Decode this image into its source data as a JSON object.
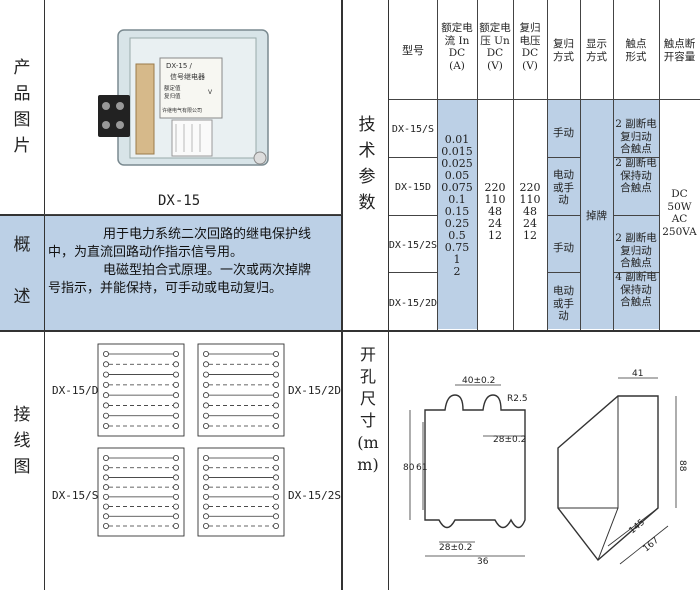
{
  "section_labels": {
    "product_image": "产品图片",
    "overview_1": "概",
    "overview_2": "述",
    "wiring": "接线图",
    "tech_params": "技术参数",
    "cutout": "开孔尺寸(mm)"
  },
  "product": {
    "model_caption": "DX-15",
    "relay_label_top": "DX-15  /",
    "relay_label_name": "信号继电器",
    "relay_label_rated": "额定值",
    "relay_label_reset": "复归值",
    "relay_label_v": "V",
    "relay_label_maker": "许继电气有限公司"
  },
  "overview": {
    "para1_line1": "用于电力系统二次回路的继电保护线",
    "para1_line2": "中，为直流回路动作指示信号用。",
    "para2_line1": "电磁型拍合式原理。一次或两次掉牌",
    "para2_line2": "号指示，并能保持，可手动或电动复归。"
  },
  "table": {
    "headers": {
      "model": "型号",
      "rated_current": [
        "额定电",
        "流 In",
        "DC",
        "(A)"
      ],
      "rated_voltage": [
        "额定电",
        "压 Un",
        "DC",
        "(V)"
      ],
      "reset_voltage": [
        "复归",
        "电压",
        "DC",
        "(V)"
      ],
      "reset_mode": [
        "复归",
        "方式"
      ],
      "display_mode": [
        "显示",
        "方式"
      ],
      "contact_form": [
        "触点",
        "形式"
      ],
      "breaking_capacity": [
        "触点断",
        "开容量"
      ]
    },
    "models": [
      "DX-15/S",
      "DX-15D",
      "DX-15/2S",
      "DX-15/2D"
    ],
    "rated_current_values": [
      "0.01",
      "0.015",
      "0.025",
      "0.05",
      "0.075",
      "0.1",
      "0.15",
      "0.25",
      "0.5",
      "0.75",
      "1",
      "2"
    ],
    "rated_voltage_values": [
      "220",
      "110",
      "48",
      "24",
      "12"
    ],
    "reset_voltage_values": [
      "220",
      "110",
      "48",
      "24",
      "12"
    ],
    "reset_modes": [
      "手动",
      "电动或手动",
      "手动",
      "电动或手动"
    ],
    "display_mode_value": "掉牌",
    "contact_forms": [
      [
        "2 副断电",
        "复归动",
        "合触点"
      ],
      [
        "2 副断电",
        "保持动",
        "合触点"
      ],
      [
        "2 副断电",
        "复归动",
        "合触点"
      ],
      [
        "4 副断电",
        "保持动",
        "合触点"
      ]
    ],
    "breaking_capacity": [
      "DC",
      "50W",
      "AC",
      "250VA"
    ]
  },
  "wiring": {
    "labels": [
      "DX-15/D",
      "DX-15/2D",
      "DX-15/S",
      "DX-15/2S"
    ]
  },
  "cutout": {
    "dim_40": "40±0.2",
    "dim_r": "R2.5",
    "dim_28_top": "28±0.2",
    "dim_80": "80",
    "dim_61": "61",
    "dim_28_bottom": "28±0.2",
    "dim_36": "36",
    "dim_41": "41",
    "dim_88": "88",
    "dim_145": "145",
    "dim_167": "167"
  },
  "colors": {
    "accent_blue": "#bcd0e6",
    "line": "#333333"
  }
}
